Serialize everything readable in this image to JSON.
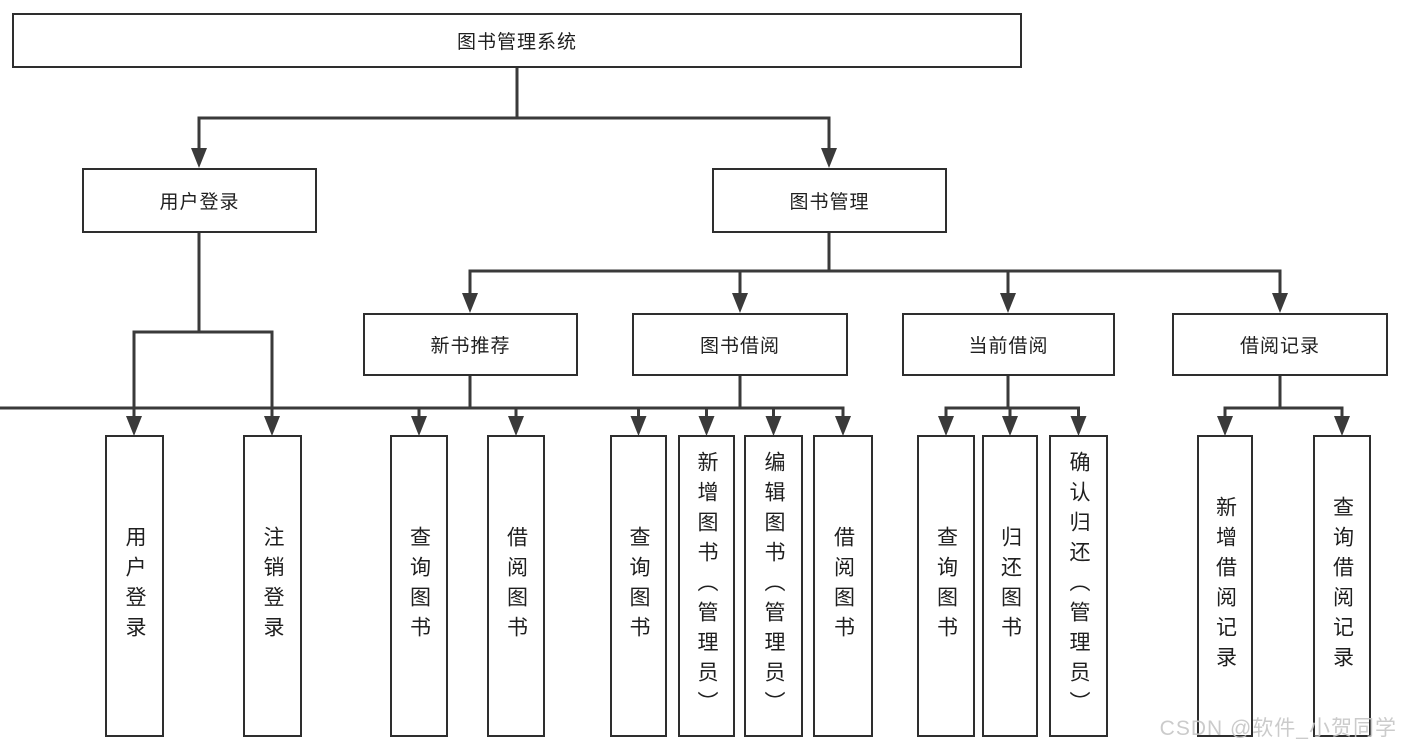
{
  "tree": {
    "root": "图书管理系统",
    "branches": [
      {
        "label": "用户登录",
        "children": [
          "用户登录",
          "注销登录"
        ]
      },
      {
        "label": "图书管理",
        "groups": [
          {
            "label": "新书推荐",
            "children": [
              "查询图书",
              "借阅图书"
            ]
          },
          {
            "label": "图书借阅",
            "children": [
              "查询图书",
              "新增图书（管理员）",
              "编辑图书（管理员）",
              "借阅图书"
            ]
          },
          {
            "label": "当前借阅",
            "children": [
              "查询图书",
              "归还图书",
              "确认归还（管理员）"
            ]
          },
          {
            "label": "借阅记录",
            "children": [
              "新增借阅记录",
              "查询借阅记录"
            ]
          }
        ]
      }
    ]
  },
  "watermark": "CSDN @软件_小贺同学",
  "colors": {
    "line": "#3a3a3a",
    "box_border": "#2e2e2e",
    "background": "#ffffff",
    "text": "#1f1f1f",
    "watermark": "#c6c6c6"
  }
}
